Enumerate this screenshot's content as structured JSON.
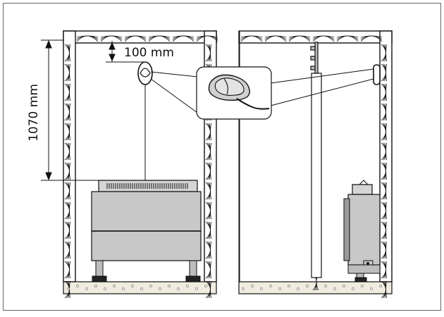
{
  "diagram": {
    "dimension_vertical": "1070 mm",
    "dimension_top_offset": "100 mm"
  },
  "colors": {
    "line": "#111111",
    "heater_fill": "#c8c8c8",
    "heater_dark": "#9a9a9a",
    "floor_fill": "#f0ece0",
    "frame": "#666666",
    "background": "#ffffff"
  },
  "icons": [
    "temperature-sensor-icon",
    "sensor-magnified-icon",
    "wall-wood-pattern",
    "sauna-heater"
  ]
}
